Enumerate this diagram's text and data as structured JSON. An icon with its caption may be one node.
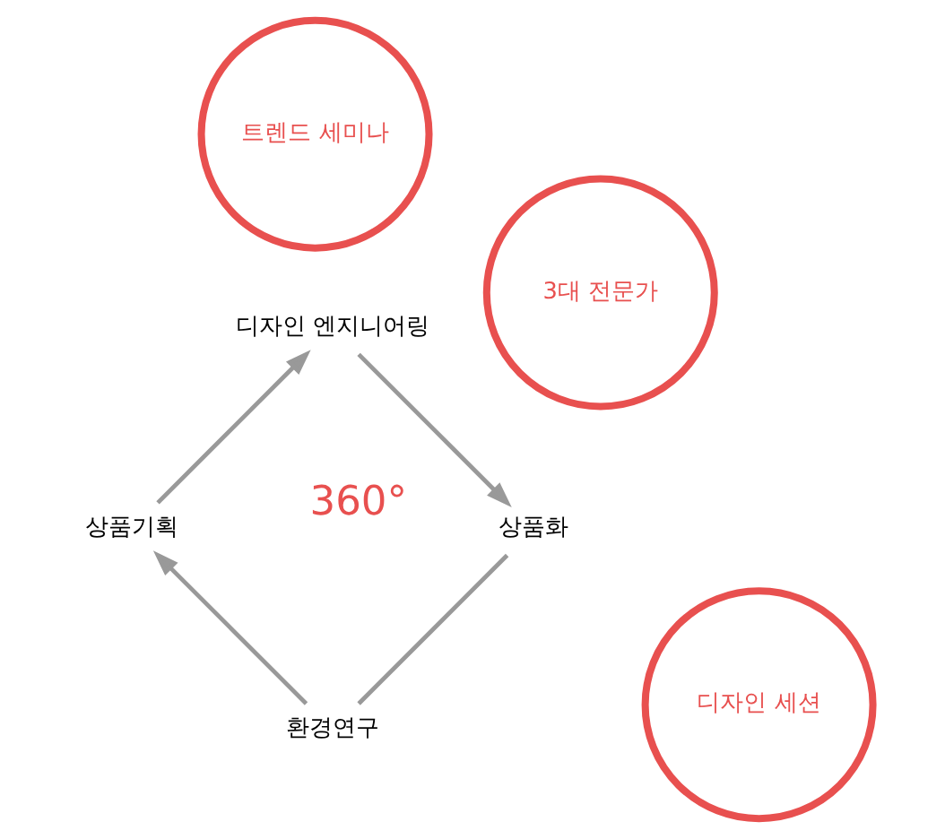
{
  "diagram": {
    "nodes": [
      {
        "text": [
          "3대 전문가"
        ]
      },
      {
        "text": [
          "환경연구"
        ]
      },
      {
        "text": [
          "상품화"
        ]
      },
      {
        "text": [
          "트렌드 세미나"
        ]
      },
      {
        "text": [
          "디자인 세션"
        ]
      },
      {
        "text": [
          "상품기획"
        ]
      },
      {
        "text": [
          "디자인 엔지니어링"
        ]
      }
    ],
    "edges": [
      {
        "from": 1,
        "to": 5,
        "arrow": "to"
      },
      {
        "from": 5,
        "to": 6,
        "arrow": "to"
      },
      {
        "from": 6,
        "to": 2,
        "arrow": "to"
      },
      {
        "from": 2,
        "to": 1,
        "arrow": "none"
      }
    ],
    "labels": [
      "360°"
    ]
  }
}
